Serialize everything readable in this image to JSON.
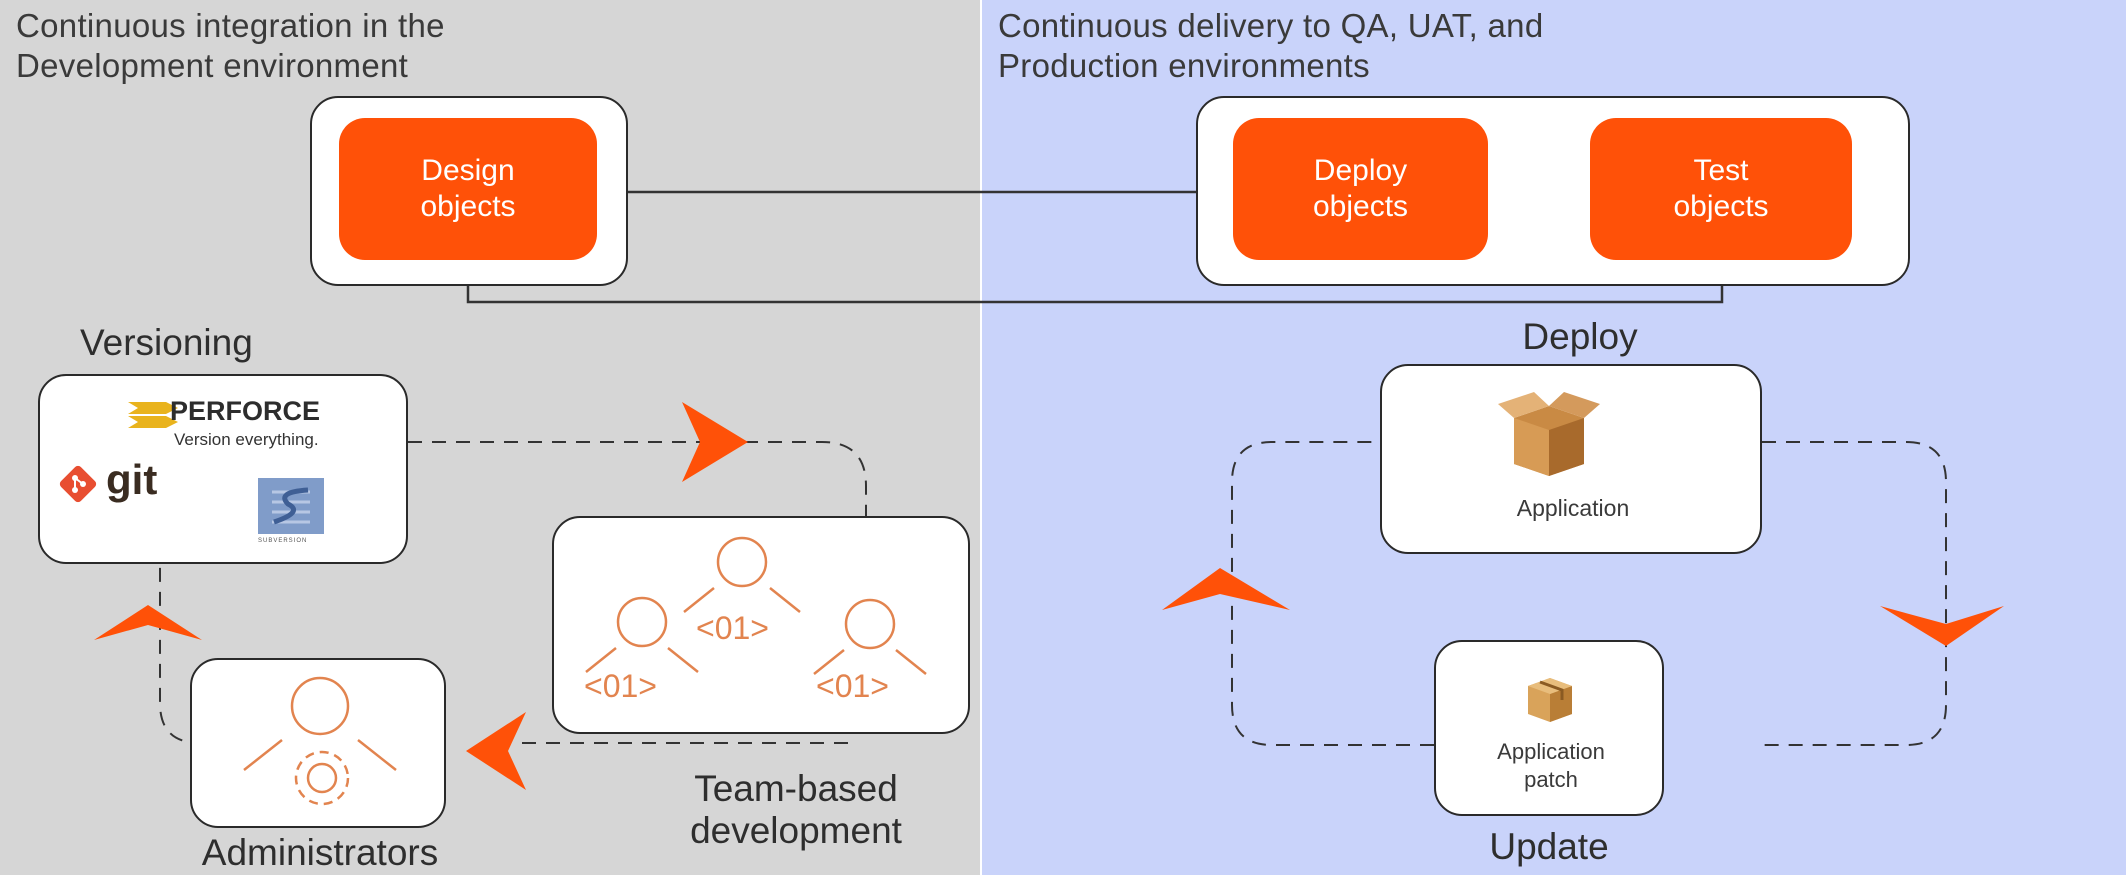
{
  "left_panel": {
    "title": "Continuous integration in the\nDevelopment environment",
    "design_box": "Design\nobjects",
    "versioning_label": "Versioning",
    "perforce": {
      "name": "PERFORCE",
      "tagline": "Version everything."
    },
    "git": {
      "name": "git"
    },
    "subversion": {
      "name": "SUBVERSION"
    },
    "team_label": "Team-based\ndevelopment",
    "admin_label": "Administrators",
    "code_tag": "<01>"
  },
  "right_panel": {
    "title": "Continuous delivery to QA, UAT, and\nProduction environments",
    "deploy_box": "Deploy\nobjects",
    "test_box": "Test\nobjects",
    "deploy_label": "Deploy",
    "application_label": "Application",
    "patch_label": "Application\npatch",
    "update_label": "Update"
  },
  "colors": {
    "accent": "#ff5108",
    "left_bg": "#d6d6d6",
    "right_bg": "#c9d3fa",
    "icon_line": "#e2844f"
  },
  "icons": [
    "box-icon",
    "patch-box-icon",
    "developer-icon",
    "admin-gear-icon",
    "git-logo-icon",
    "perforce-logo-icon",
    "subversion-logo-icon"
  ]
}
